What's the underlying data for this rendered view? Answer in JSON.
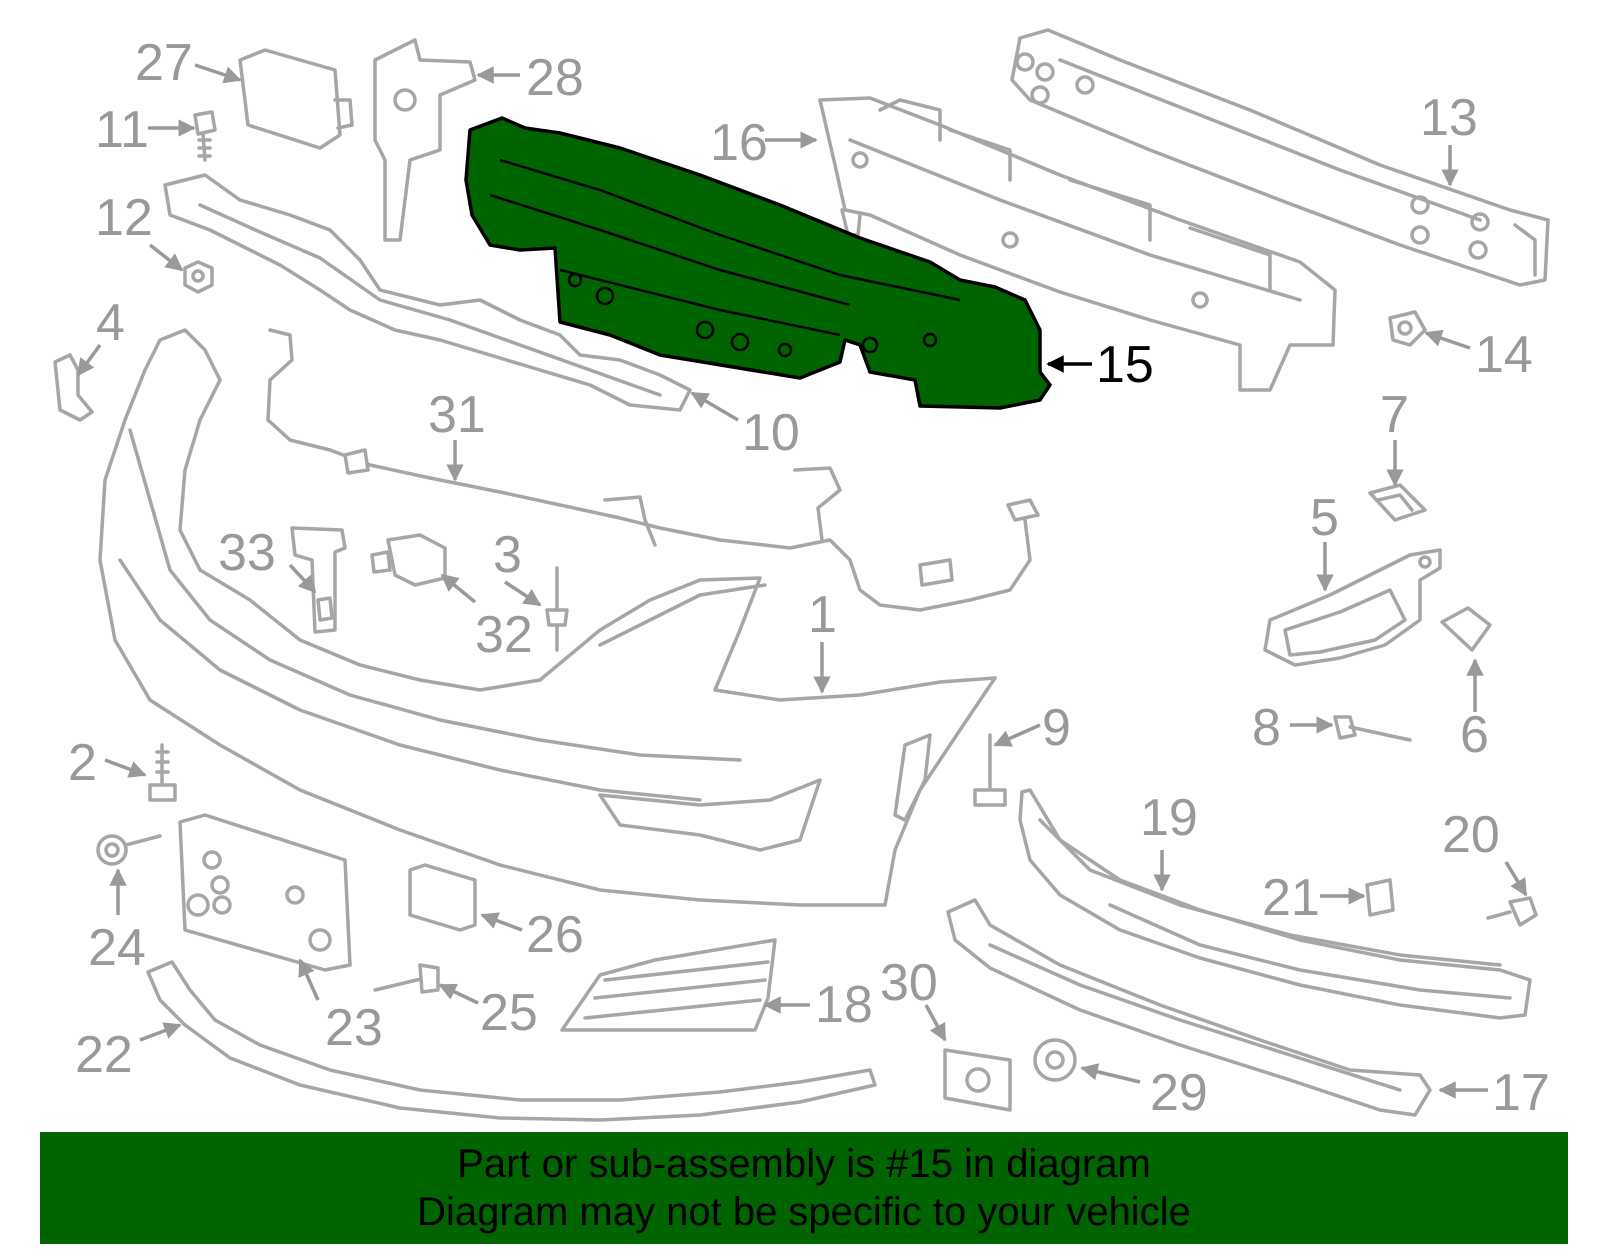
{
  "callouts": {
    "c1": "1",
    "c2": "2",
    "c3": "3",
    "c4": "4",
    "c5": "5",
    "c6": "6",
    "c7": "7",
    "c8": "8",
    "c9": "9",
    "c10": "10",
    "c11": "11",
    "c12": "12",
    "c13": "13",
    "c14": "14",
    "c15": "15",
    "c16": "16",
    "c17": "17",
    "c18": "18",
    "c19": "19",
    "c20": "20",
    "c21": "21",
    "c22": "22",
    "c23": "23",
    "c24": "24",
    "c25": "25",
    "c26": "26",
    "c27": "27",
    "c28": "28",
    "c29": "29",
    "c30": "30",
    "c31": "31",
    "c32": "32",
    "c33": "33"
  },
  "highlight_part": "15",
  "colors": {
    "highlight": "#006400",
    "line_art": "#a6a6a6",
    "banner_bg": "#006400",
    "text_black": "#000000"
  },
  "banner": {
    "line1": "Part or sub-assembly is #15 in diagram",
    "line2": "Diagram may not be specific to your vehicle"
  }
}
